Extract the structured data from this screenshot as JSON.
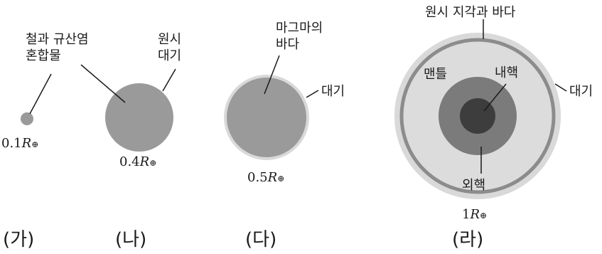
{
  "stages": [
    {
      "key": "ga",
      "stage_label": "(가)",
      "radius": {
        "prefix": "0.1",
        "symbol": "R",
        "subscript": "⊕"
      },
      "labels": {
        "mixture_line1": "철과 규산염",
        "mixture_line2": "혼합물"
      }
    },
    {
      "key": "na",
      "stage_label": "(나)",
      "radius": {
        "prefix": "0.4",
        "symbol": "R",
        "subscript": "⊕"
      },
      "labels": {
        "atmosphere_line1": "원시",
        "atmosphere_line2": "대기"
      }
    },
    {
      "key": "da",
      "stage_label": "(다)",
      "radius": {
        "prefix": "0.5",
        "symbol": "R",
        "subscript": "⊕"
      },
      "labels": {
        "magma_line1": "마그마의",
        "magma_line2": "바다",
        "atmosphere": "대기"
      }
    },
    {
      "key": "ra",
      "stage_label": "(라)",
      "radius": {
        "prefix": "1",
        "symbol": "R",
        "subscript": "⊕"
      },
      "labels": {
        "crust_ocean": "원시 지각과 바다",
        "atmosphere": "대기",
        "mantle": "맨틀",
        "inner_core": "내핵",
        "outer_core": "외핵"
      }
    }
  ],
  "colors": {
    "atmosphere": "#d9d9d9",
    "crust": "#8c8c8c",
    "mantle": "#dcdcdc",
    "planet": "#9a9a9a",
    "outer_core": "#7b7b7b",
    "inner_core": "#3d3d3d"
  }
}
